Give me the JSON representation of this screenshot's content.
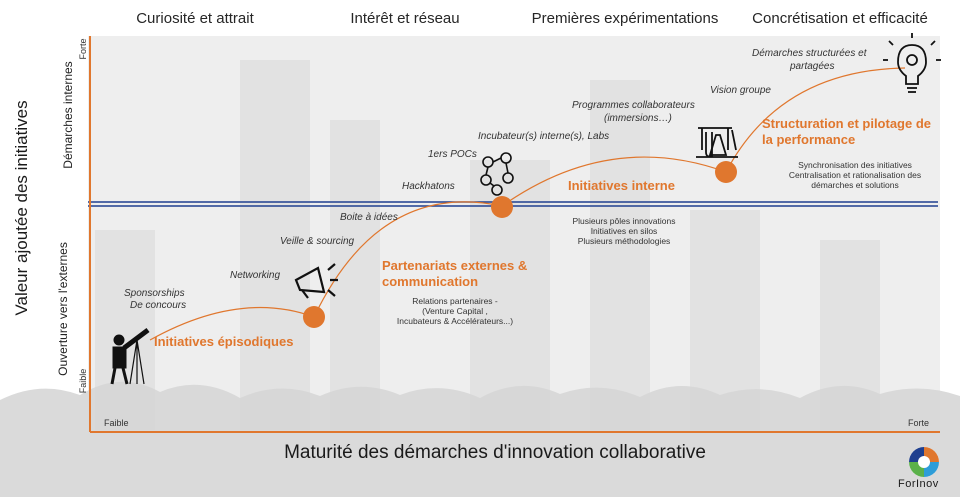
{
  "phases": [
    "Curiosité et attrait",
    "Intérêt et réseau",
    "Premières expérimentations",
    "Concrétisation et efficacité"
  ],
  "y_axis": {
    "title": "Valeur ajoutée des initiatives",
    "upper_zone": "Démarches internes",
    "lower_zone": "Ouverture vers l'externes",
    "high": "Forte",
    "low": "Faible"
  },
  "x_axis": {
    "title": "Maturité des démarches d'innovation collaborative",
    "low": "Faible",
    "high": "Forte"
  },
  "stages": [
    {
      "title": "Initiatives épisodiques",
      "details": []
    },
    {
      "title": "Partenariats externes & communication",
      "details": [
        "Relations partenaires -",
        "(Venture Capital ,",
        "Incubateurs & Accélérateurs...)"
      ]
    },
    {
      "title": "Initiatives interne",
      "details": [
        "Plusieurs pôles innovations",
        "Initiatives en silos",
        "Plusieurs méthodologies"
      ]
    },
    {
      "title": "Structuration et pilotage de la performance",
      "details": [
        "Synchronisation des initiatives",
        "Centralisation et rationalisation des",
        "démarches et solutions"
      ]
    }
  ],
  "curve_labels": {
    "sponsorships": "Sponsorships",
    "concours": "De concours",
    "networking": "Networking",
    "veille": "Veille & sourcing",
    "boite": "Boite à idées",
    "hackhatons": "Hackhatons",
    "pocs": "1ers POCs",
    "incubateurs": "Incubateur(s) interne(s), Labs",
    "programmes": "Programmes collaborateurs",
    "immersions": "(immersions…)",
    "vision": "Vision groupe",
    "structurees": "Démarches structurées et",
    "partagees": "partagées"
  },
  "logo": {
    "text": "ForInov"
  },
  "colors": {
    "accent": "#e0772e",
    "divider": "#1f3f8f",
    "background_panel": "#eeeeee"
  },
  "icons": [
    "telescope-person-icon",
    "megaphone-icon",
    "network-people-icon",
    "lab-flasks-icon",
    "lightbulb-gear-icon",
    "forinov-logo-icon"
  ]
}
